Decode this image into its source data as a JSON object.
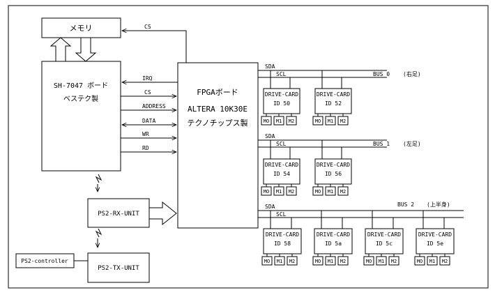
{
  "memory": {
    "label": "メモリ"
  },
  "cpu": {
    "line1": "SH-7047 ボード",
    "line2": "ベステク製"
  },
  "fpga": {
    "line1": "FPGAボード",
    "line2": "ALTERA 10K30E",
    "line3": "テクノチップス製"
  },
  "rx_unit": {
    "label": "PS2-RX-UNIT"
  },
  "tx_unit": {
    "label": "PS2-TX-UNIT"
  },
  "controller": {
    "label": "PS2-controller"
  },
  "signals": {
    "cs_memory": "CS",
    "irq": "IRQ",
    "cs": "CS",
    "address": "ADDRESS",
    "data": "DATA",
    "wr": "WR",
    "rd": "RD"
  },
  "buses": [
    {
      "sda": "SDA",
      "scl": "SCL",
      "name": "BUS 0",
      "note": "(右足)",
      "cards": [
        {
          "title": "DRIVE-CARD",
          "id": "ID  50",
          "motors": [
            "MO",
            "M1",
            "M2"
          ]
        },
        {
          "title": "DRIVE-CARD",
          "id": "ID  52",
          "motors": [
            "MO",
            "M1",
            "M2"
          ]
        }
      ]
    },
    {
      "sda": "SDA",
      "scl": "SCL",
      "name": "BUS 1",
      "note": "(左足)",
      "cards": [
        {
          "title": "DRIVE-CARD",
          "id": "ID  54",
          "motors": [
            "MO",
            "M1",
            "M2"
          ]
        },
        {
          "title": "DRIVE-CARD",
          "id": "ID  56",
          "motors": [
            "MO",
            "M1",
            "M2"
          ]
        }
      ]
    },
    {
      "sda": "SDA",
      "scl": "SCL",
      "name": "BUS 2",
      "note": "(上半身)",
      "cards": [
        {
          "title": "DRIVE-CARD",
          "id": "ID  58",
          "motors": [
            "MO",
            "M1",
            "M2"
          ]
        },
        {
          "title": "DRIVE-CARD",
          "id": "ID  5a",
          "motors": [
            "MO",
            "M1",
            "M2"
          ]
        },
        {
          "title": "DRIVE-CARD",
          "id": "ID  5c",
          "motors": [
            "MO",
            "M1",
            "M2"
          ]
        },
        {
          "title": "DRIVE-CARD",
          "id": "ID  5e",
          "motors": [
            "MO",
            "M1",
            "M2"
          ]
        }
      ]
    }
  ]
}
